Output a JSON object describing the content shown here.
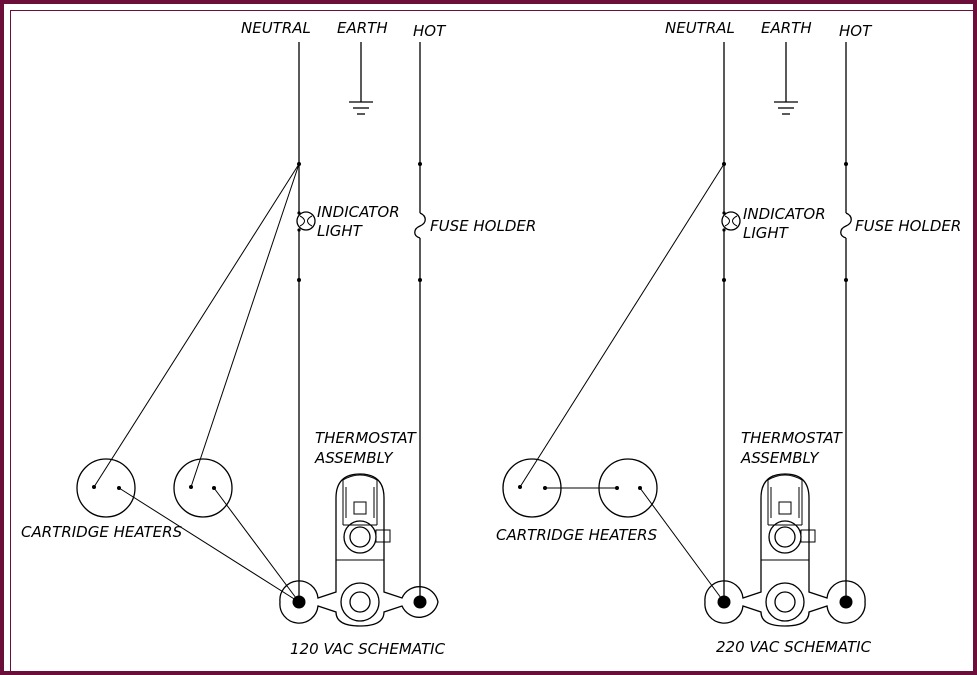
{
  "colors": {
    "frame": "#6b0f3a",
    "ink": "#000000",
    "background": "#ffffff"
  },
  "left": {
    "neutral": "NEUTRAL",
    "earth": "EARTH",
    "hot": "HOT",
    "indicator_light": [
      "INDICATOR",
      "LIGHT"
    ],
    "fuse_holder": "FUSE HOLDER",
    "thermostat": [
      "THERMOSTAT",
      "ASSEMBLY"
    ],
    "cartridge_heaters": "CARTRIDGE HEATERS",
    "caption": "120 VAC SCHEMATIC"
  },
  "right": {
    "neutral": "NEUTRAL",
    "earth": "EARTH",
    "hot": "HOT",
    "indicator_light": [
      "INDICATOR",
      "LIGHT"
    ],
    "fuse_holder": "FUSE HOLDER",
    "thermostat": [
      "THERMOSTAT",
      "ASSEMBLY"
    ],
    "cartridge_heaters": "CARTRIDGE HEATERS",
    "caption": "220 VAC SCHEMATIC"
  }
}
